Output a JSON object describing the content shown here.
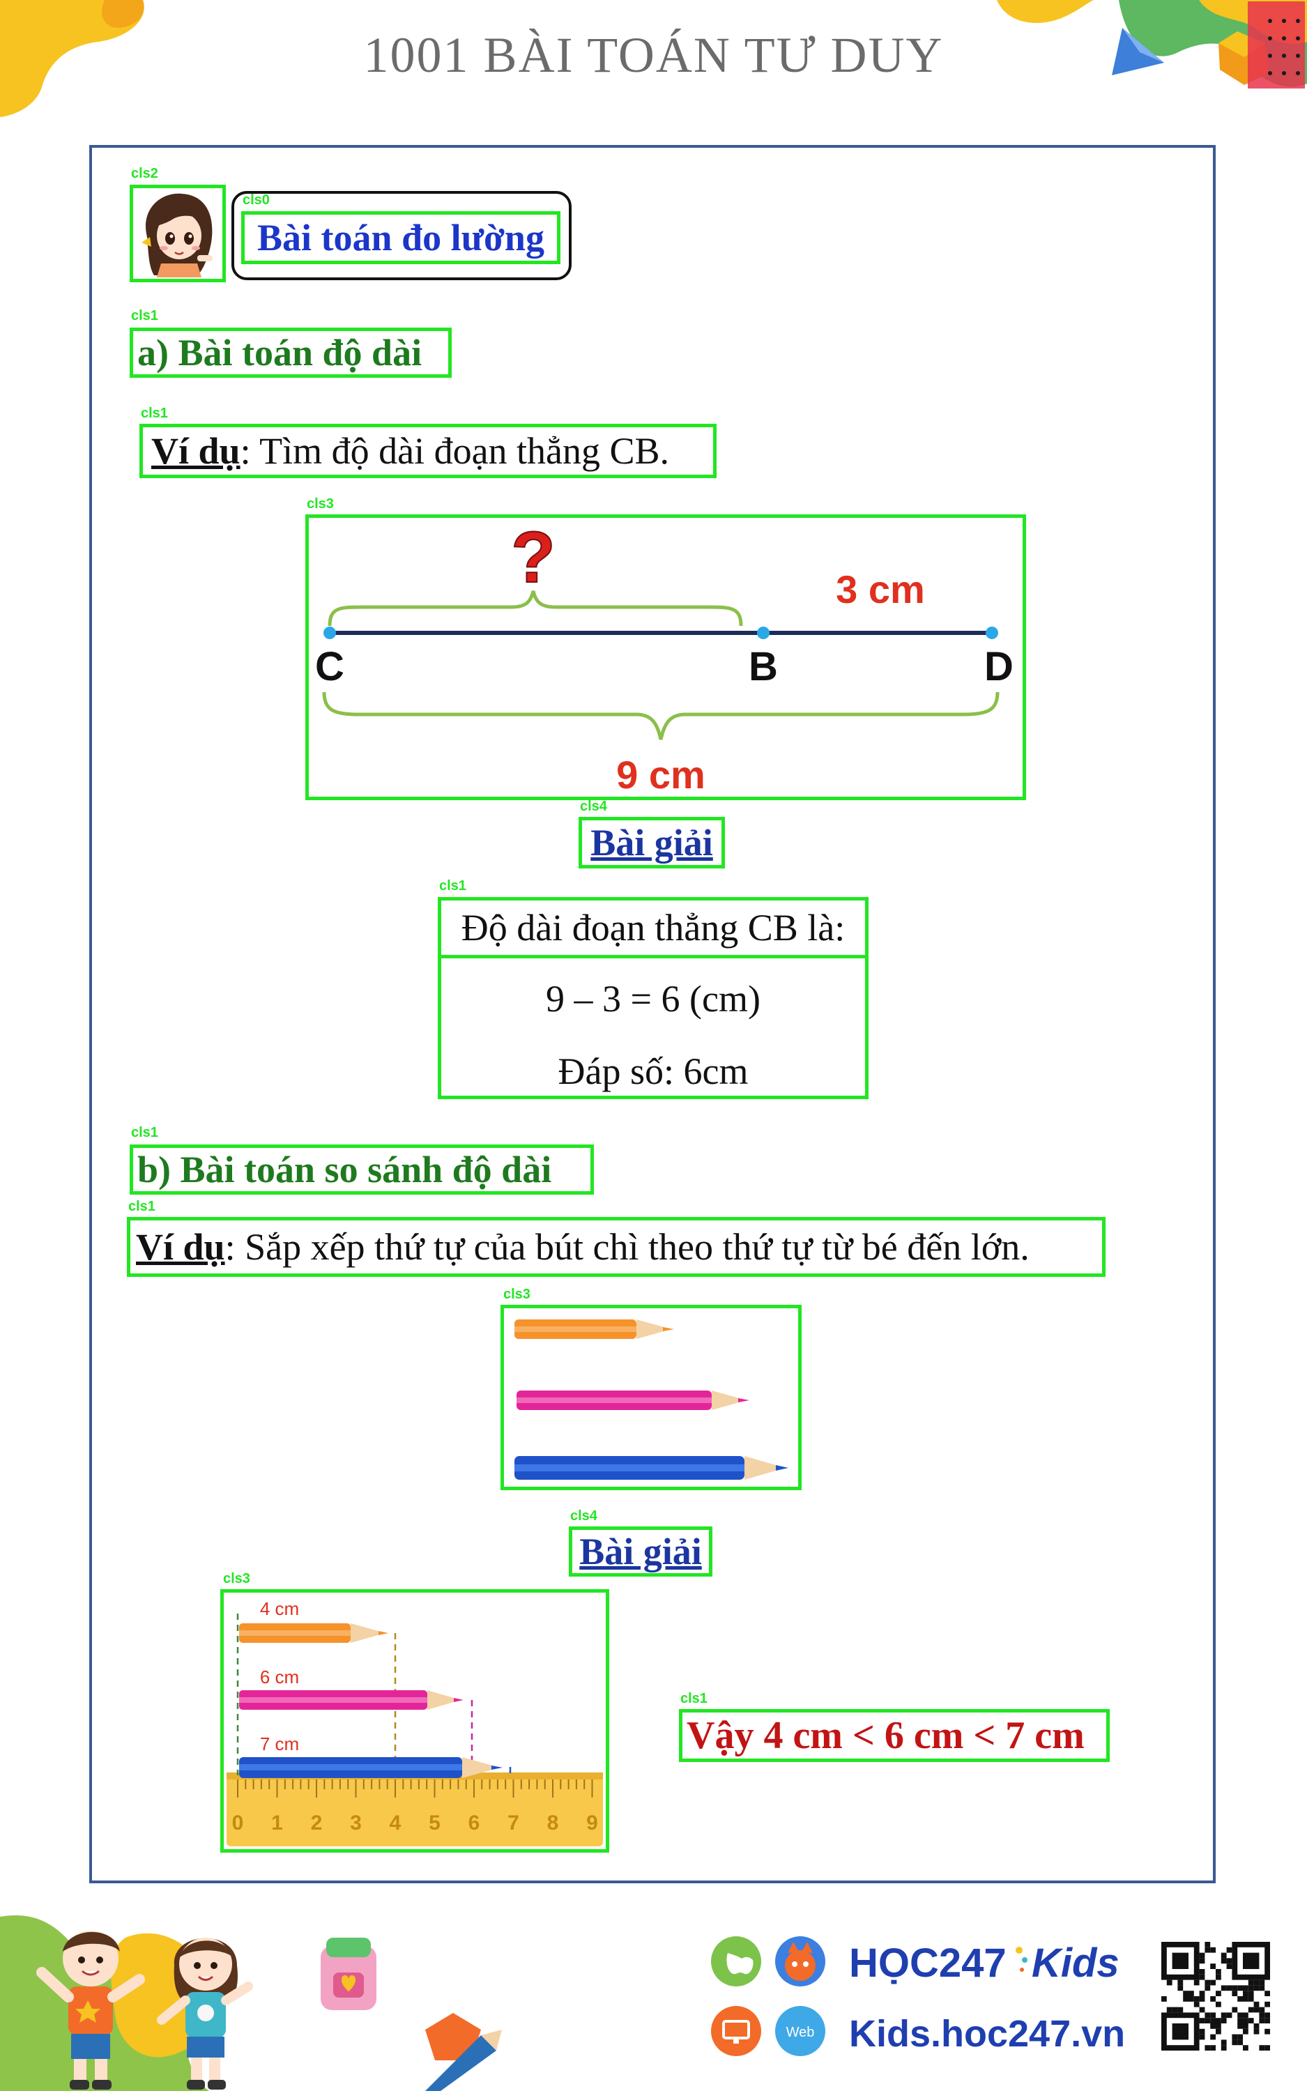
{
  "header": {
    "title": "1001 BÀI TOÁN TƯ DUY"
  },
  "detection_tags": {
    "cls0": "cls0",
    "cls1": "cls1",
    "cls2": "cls2",
    "cls3": "cls3",
    "cls4": "cls4"
  },
  "doc_title": "Bài toán đo lường",
  "section_a": {
    "heading": "a) Bài toán độ dài",
    "example_label": "Ví dụ",
    "example_text": ": Tìm độ dài đoạn thẳng CB.",
    "figure": {
      "question_mark": "?",
      "length_bd": "3 cm",
      "length_cd": "9 cm",
      "point_c": "C",
      "point_b": "B",
      "point_d": "D"
    },
    "solution_label": "Bài giải",
    "answer_lines": [
      "Độ dài đoạn thẳng CB là:",
      "9 – 3 = 6 (cm)",
      "Đáp số: 6cm"
    ]
  },
  "section_b": {
    "heading": "b) Bài toán so sánh độ dài",
    "example_label": "Ví dụ",
    "example_text": ": Sắp xếp thứ tự của bút chì theo thứ tự từ bé đến lớn.",
    "solution_label": "Bài giải",
    "pencil_labels": [
      "4 cm",
      "6 cm",
      "7 cm"
    ],
    "ruler_ticks": [
      "0",
      "1",
      "2",
      "3",
      "4",
      "5",
      "6",
      "7",
      "8",
      "9"
    ],
    "conclusion": "Vậy 4 cm < 6 cm < 7 cm"
  },
  "footer": {
    "brand_text": "HỌC247",
    "brand_kids": "Kids",
    "website": "Kids.hoc247.vn",
    "web_badge": "Web"
  },
  "colors": {
    "detection_box": "#22e622",
    "frame": "#3a5a92",
    "heading_green": "#1e7a1e",
    "title_blue": "#1b36c8",
    "red": "#e0301e"
  }
}
